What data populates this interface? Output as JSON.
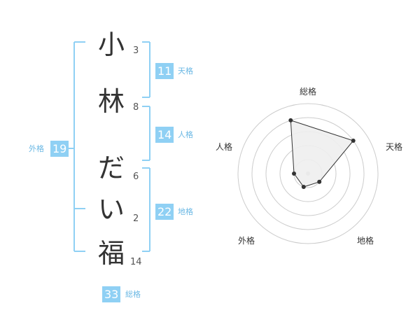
{
  "name_chars": [
    {
      "char": "小",
      "strokes": "3"
    },
    {
      "char": "林",
      "strokes": "8"
    },
    {
      "char": "だ",
      "strokes": "6"
    },
    {
      "char": "い",
      "strokes": "2"
    },
    {
      "char": "福",
      "strokes": "14"
    }
  ],
  "fortune": {
    "tenkaku": {
      "value": "11",
      "label": "天格"
    },
    "jinkaku": {
      "value": "14",
      "label": "人格"
    },
    "chikaku": {
      "value": "22",
      "label": "地格"
    },
    "gaikaku": {
      "value": "19",
      "label": "外格"
    },
    "soukaku": {
      "value": "33",
      "label": "総格"
    }
  },
  "colors": {
    "bracket": "#8fd0f4",
    "badge_bg": "#8fd0f4",
    "badge_text": "#ffffff",
    "label_text": "#6bb8e4",
    "radar_grid": "#cccccc",
    "radar_fill": "#eeeeee",
    "radar_line": "#333333"
  },
  "chart_data": {
    "type": "radar",
    "categories": [
      "総格",
      "天格",
      "地格",
      "外格",
      "人格"
    ],
    "values": [
      4,
      4,
      1,
      1,
      1
    ],
    "rmax": 5,
    "rings": 5,
    "grid": true
  }
}
